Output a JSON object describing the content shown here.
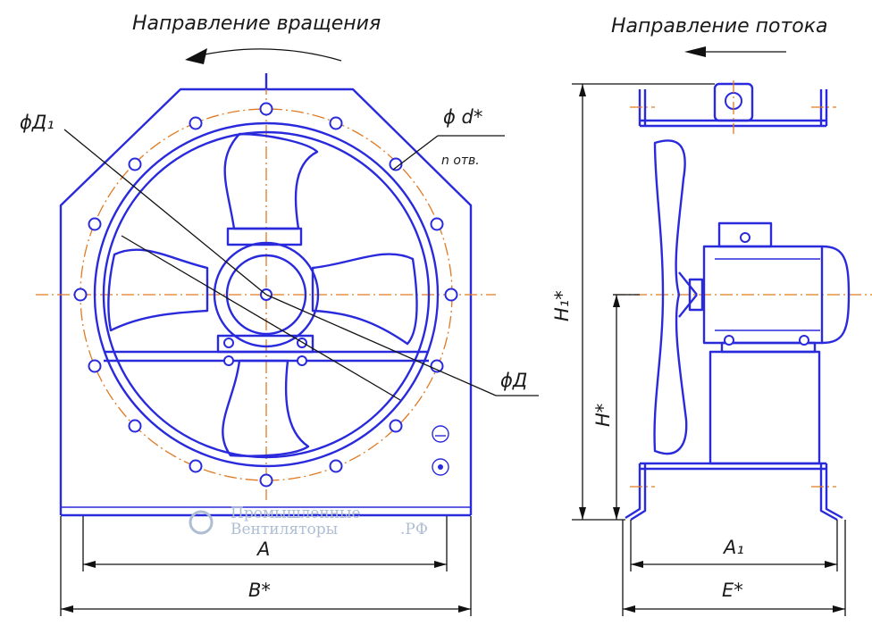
{
  "front_view": {
    "title": "Направление вращения",
    "label_d1": "ϕД₁",
    "label_hole_d": "ϕ d*",
    "label_holes_n": "n отв.",
    "label_d": "ϕД",
    "dim_a": "A",
    "dim_b": "B*"
  },
  "side_view": {
    "title": "Направление потока",
    "dim_h1": "H₁*",
    "dim_h": "H*",
    "dim_a1": "A₁",
    "dim_e": "E*"
  },
  "watermark": {
    "line1": "Промышленные",
    "line2": "Вентиляторы",
    "suffix": ".РФ"
  },
  "colors": {
    "outline": "#2a2add",
    "axis": "#e07a22",
    "dimension": "#111111",
    "watermark": "#aebed2"
  }
}
